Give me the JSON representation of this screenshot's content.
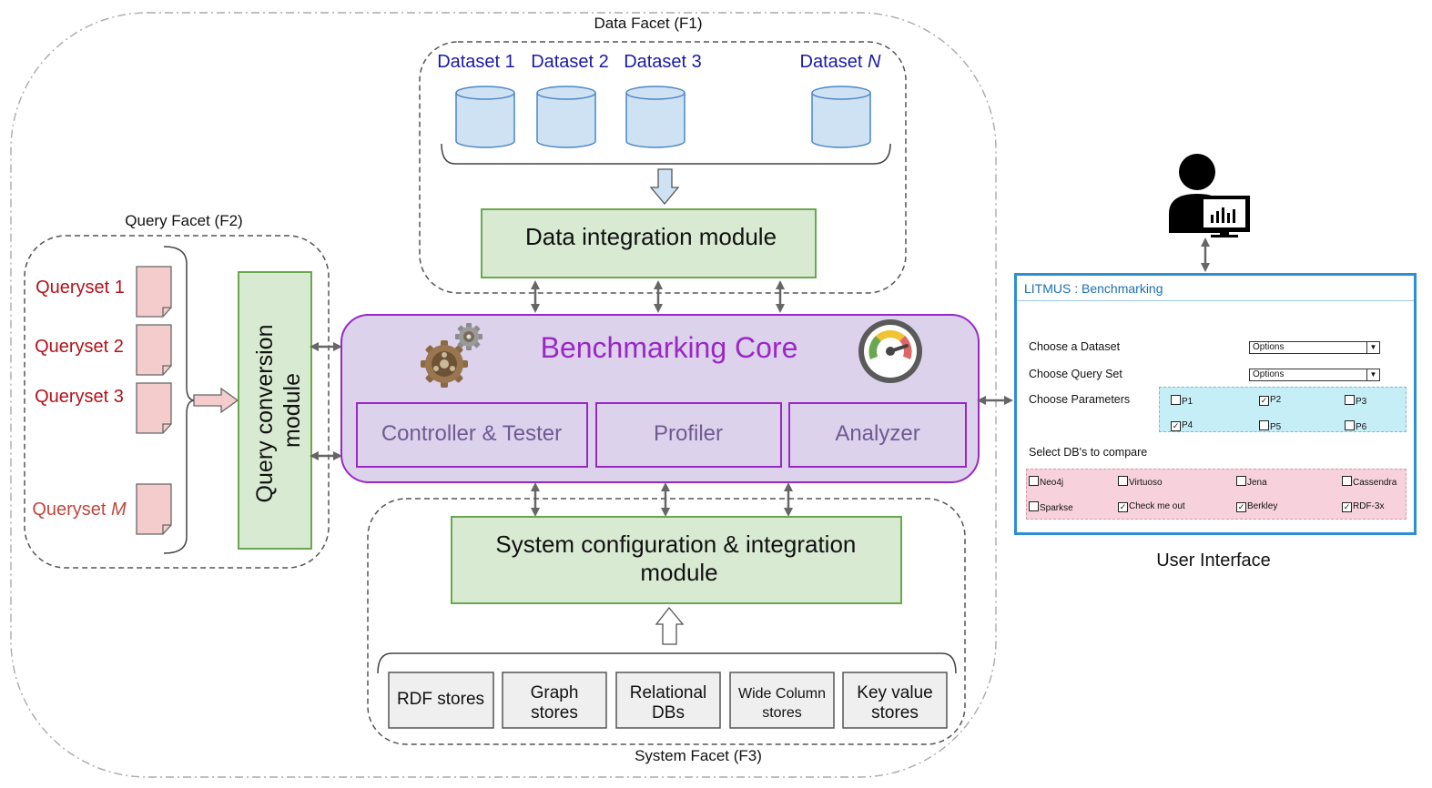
{
  "facets": {
    "data": "Data Facet (F1)",
    "query": "Query Facet (F2)",
    "system": "System Facet (F3)"
  },
  "datasets": [
    "Dataset 1",
    "Dataset 2",
    "Dataset 3"
  ],
  "dataset_n": {
    "prefix": "Dataset ",
    "var": "N"
  },
  "querysets": [
    "Queryset 1",
    "Queryset 2",
    "Queryset 3"
  ],
  "queryset_m": {
    "prefix": "Queryset ",
    "var": "M"
  },
  "modules": {
    "data_integration": "Data integration module",
    "query_conversion": [
      "Query conversion",
      "module"
    ],
    "system_config": [
      "System configuration & integration",
      "module"
    ]
  },
  "core": {
    "title": "Benchmarking Core",
    "components": [
      "Controller & Tester",
      "Profiler",
      "Analyzer"
    ]
  },
  "stores": [
    [
      "RDF stores"
    ],
    [
      "Graph",
      "stores"
    ],
    [
      "Relational",
      "DBs"
    ],
    [
      "Wide Column",
      "stores"
    ],
    [
      "Key value",
      "stores"
    ]
  ],
  "ui": {
    "caption": "User Interface",
    "title": "LITMUS : Benchmarking",
    "dataset_label": "Choose a Dataset",
    "dataset_value": "Options",
    "queryset_label": "Choose Query Set",
    "queryset_value": "Options",
    "params_label": "Choose Parameters",
    "params": [
      {
        "label": "P1",
        "checked": false
      },
      {
        "label": "P2",
        "checked": true
      },
      {
        "label": "P3",
        "checked": false
      },
      {
        "label": "P4",
        "checked": true
      },
      {
        "label": "P5",
        "checked": false
      },
      {
        "label": "P6",
        "checked": false
      }
    ],
    "dbs_label": "Select DB's to compare",
    "dbs": [
      {
        "label": "Neo4j",
        "checked": false
      },
      {
        "label": "Virtuoso",
        "checked": false
      },
      {
        "label": "Jena",
        "checked": false
      },
      {
        "label": "Cassendra",
        "checked": false
      },
      {
        "label": "Sparkse",
        "checked": false
      },
      {
        "label": "Check me out",
        "checked": true
      },
      {
        "label": "Berkley",
        "checked": true
      },
      {
        "label": "RDF-3x",
        "checked": true
      }
    ]
  },
  "colors": {
    "dataset_text": "#1a1aa6",
    "queryset_text": "#b3121b",
    "module_fill": "#d9ead3",
    "module_stroke": "#6aa84f",
    "core_fill": "#dcd2ec",
    "core_stroke": "#9b27c7",
    "core_title": "#9b27c7",
    "cylinder_fill": "#cfe2f3",
    "cylinder_stroke": "#4a86c5",
    "doc_fill": "#f4cccc",
    "store_fill": "#efefef",
    "ui_border": "#2b8fd0"
  }
}
